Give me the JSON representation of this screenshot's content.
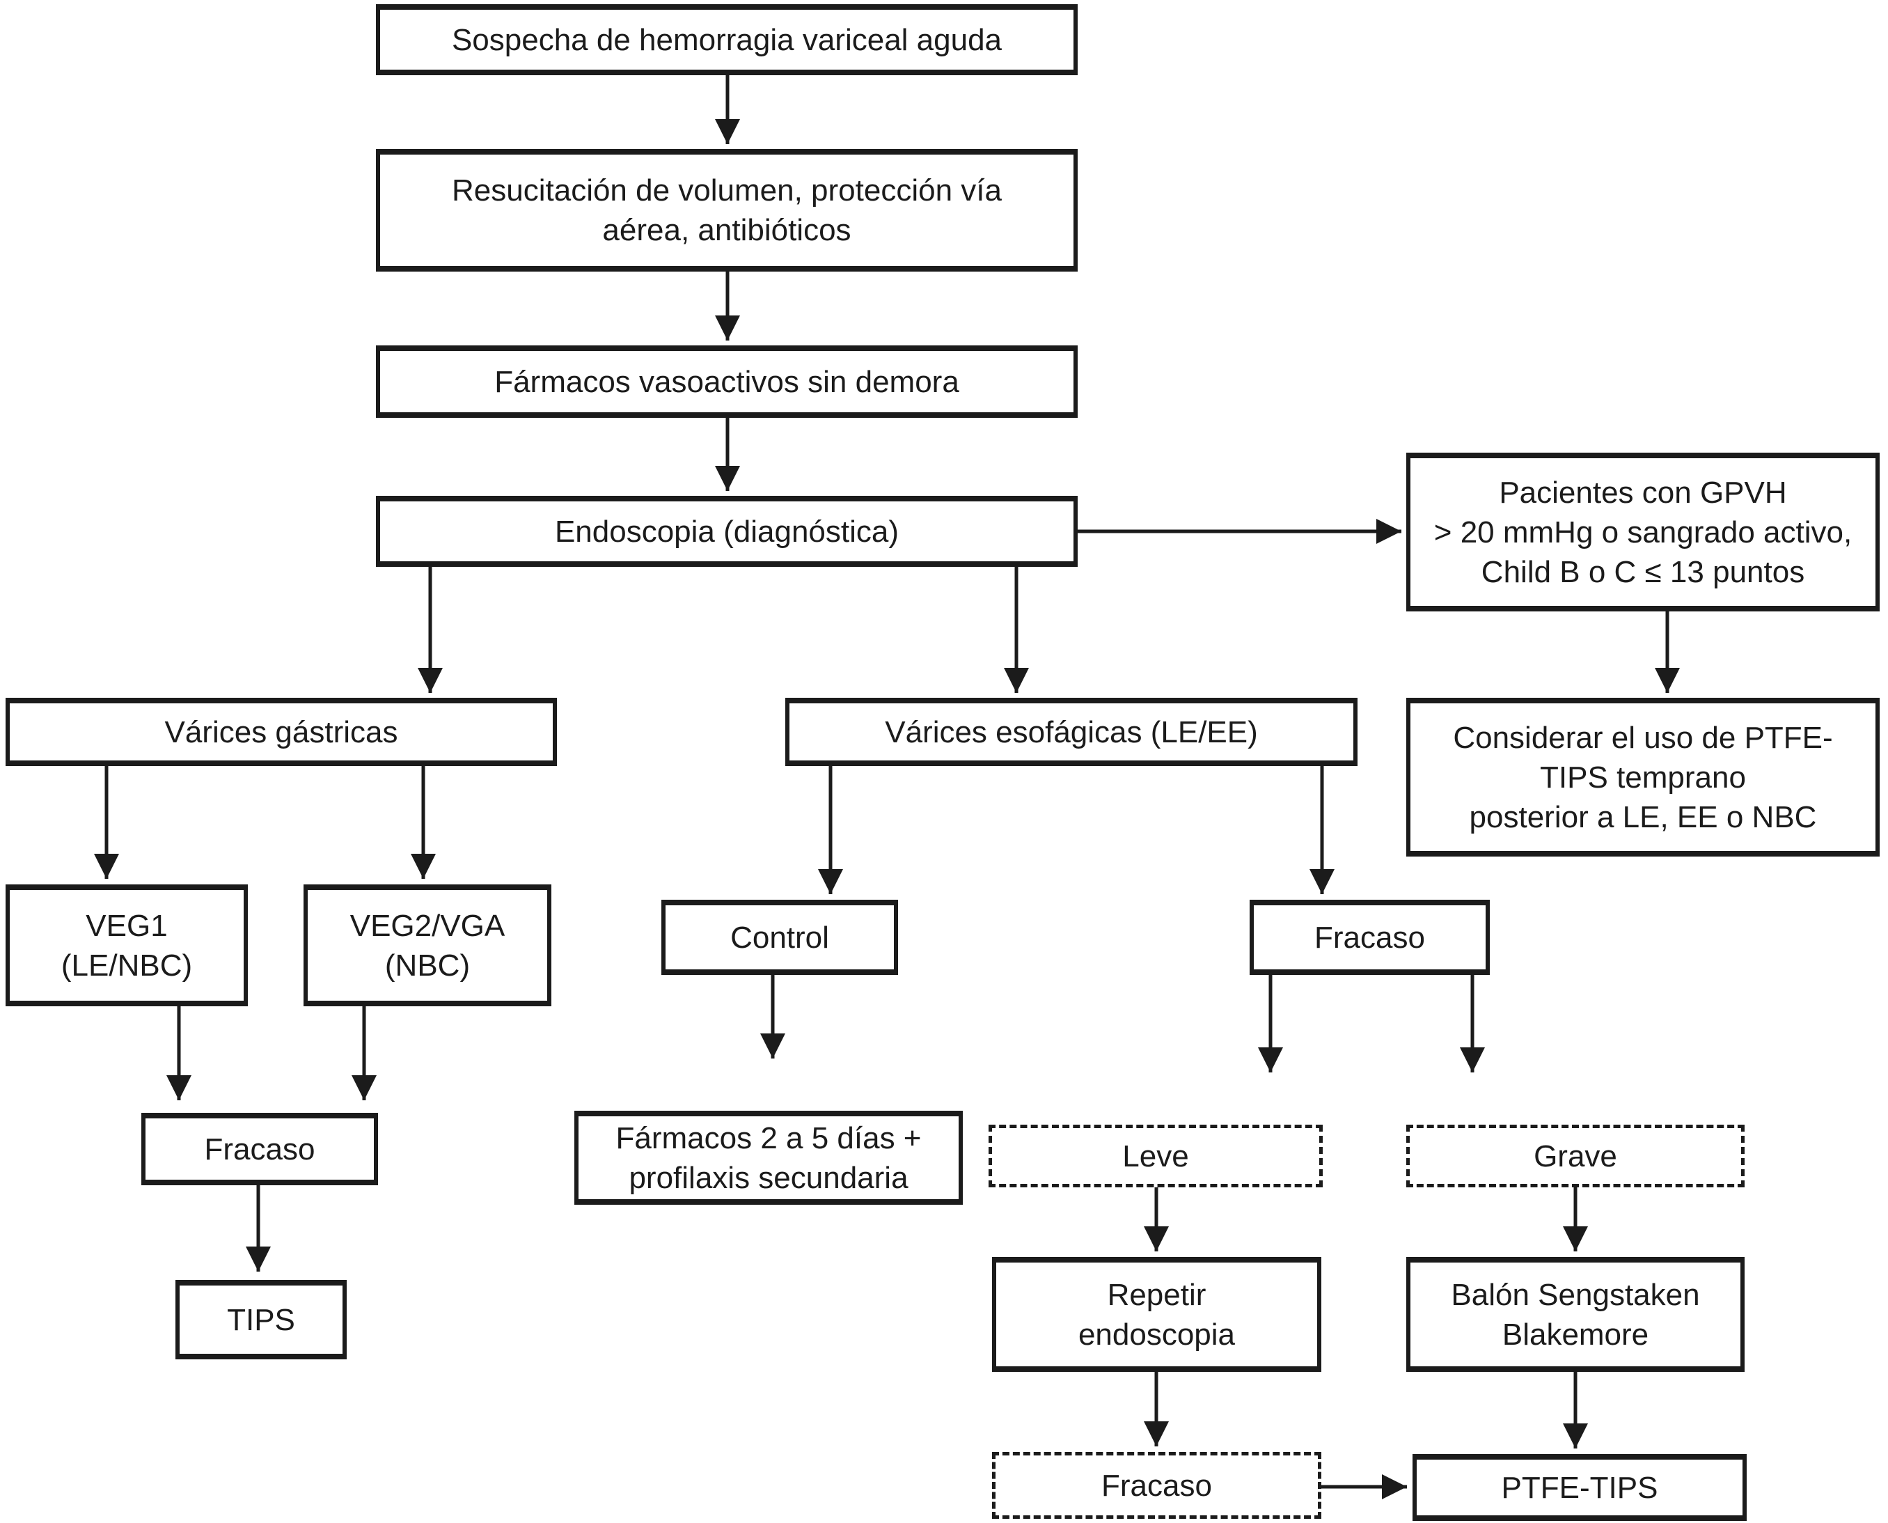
{
  "colors": {
    "ink": "#1b1b1b",
    "background": "#ffffff"
  },
  "nodes": {
    "sospecha": {
      "label": "Sospecha de hemorragia variceal aguda"
    },
    "resucitacion": {
      "label": "Resucitación de volumen, protección vía\naérea, antibióticos"
    },
    "farmacos_vasoactivos": {
      "label": "Fármacos vasoactivos sin demora"
    },
    "endoscopia": {
      "label": "Endoscopia (diagnóstica)"
    },
    "gpvh": {
      "label": "Pacientes con GPVH\n> 20 mmHg o sangrado activo,\nChild B o C ≤ 13 puntos"
    },
    "considerar_tips": {
      "label": "Considerar el uso de PTFE-\nTIPS temprano\nposterior a LE, EE o NBC"
    },
    "varices_gastricas": {
      "label": "Várices gástricas"
    },
    "varices_esofagicas": {
      "label": "Várices esofágicas (LE/EE)"
    },
    "veg1": {
      "label": "VEG1\n(LE/NBC)"
    },
    "veg2": {
      "label": "VEG2/VGA\n(NBC)"
    },
    "fracaso_gastrico": {
      "label": "Fracaso"
    },
    "tips": {
      "label": "TIPS"
    },
    "control": {
      "label": "Control"
    },
    "fracaso_esofagico": {
      "label": "Fracaso"
    },
    "farmacos_profilaxis": {
      "label": "Fármacos 2 a 5 días +\nprofilaxis secundaria"
    },
    "leve": {
      "label": "Leve"
    },
    "grave": {
      "label": "Grave"
    },
    "repetir_endoscopia": {
      "label": "Repetir\nendoscopia"
    },
    "balon": {
      "label": "Balón Sengstaken\nBlakemore"
    },
    "fracaso_final": {
      "label": "Fracaso"
    },
    "ptfe_tips": {
      "label": "PTFE-TIPS"
    }
  },
  "connections": [
    {
      "from": "sospecha",
      "to": "resucitacion"
    },
    {
      "from": "resucitacion",
      "to": "farmacos_vasoactivos"
    },
    {
      "from": "farmacos_vasoactivos",
      "to": "endoscopia"
    },
    {
      "from": "endoscopia",
      "to": "gpvh"
    },
    {
      "from": "gpvh",
      "to": "considerar_tips"
    },
    {
      "from": "endoscopia",
      "to": "varices_gastricas"
    },
    {
      "from": "endoscopia",
      "to": "varices_esofagicas"
    },
    {
      "from": "varices_gastricas",
      "to": "veg1"
    },
    {
      "from": "varices_gastricas",
      "to": "veg2"
    },
    {
      "from": "veg1",
      "to": "fracaso_gastrico"
    },
    {
      "from": "veg2",
      "to": "fracaso_gastrico"
    },
    {
      "from": "fracaso_gastrico",
      "to": "tips"
    },
    {
      "from": "varices_esofagicas",
      "to": "control"
    },
    {
      "from": "varices_esofagicas",
      "to": "fracaso_esofagico"
    },
    {
      "from": "control",
      "to": "farmacos_profilaxis"
    },
    {
      "from": "fracaso_esofagico",
      "to": "leve"
    },
    {
      "from": "fracaso_esofagico",
      "to": "grave"
    },
    {
      "from": "leve",
      "to": "repetir_endoscopia"
    },
    {
      "from": "grave",
      "to": "balon"
    },
    {
      "from": "repetir_endoscopia",
      "to": "fracaso_final"
    },
    {
      "from": "balon",
      "to": "ptfe_tips"
    },
    {
      "from": "fracaso_final",
      "to": "ptfe_tips"
    }
  ]
}
